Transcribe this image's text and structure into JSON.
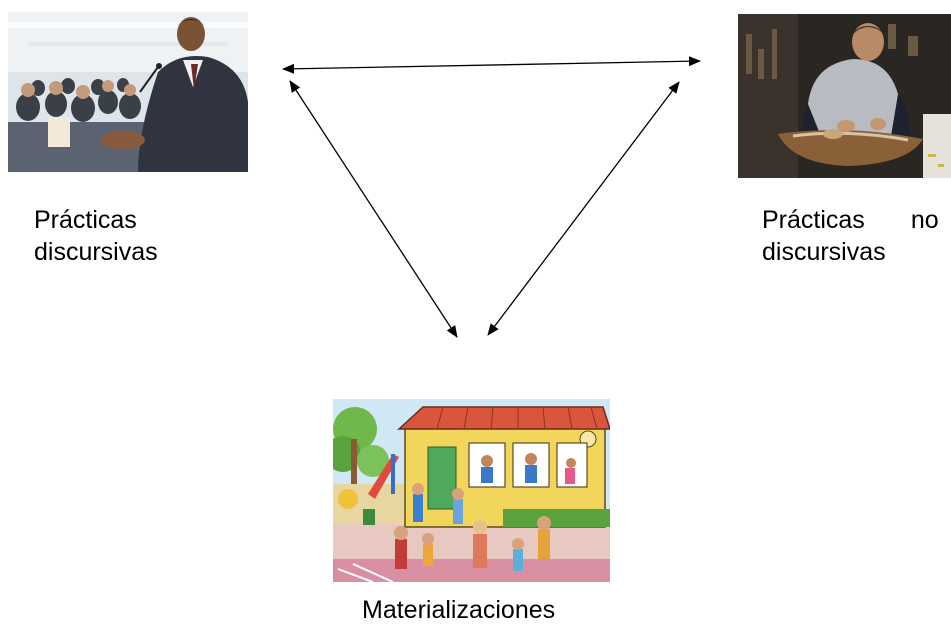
{
  "nodes": {
    "discursive": {
      "caption_line1": "Prácticas",
      "caption_line2": "discursivas",
      "image": "speaker-audience-photo"
    },
    "non_discursive": {
      "caption_word1": "Prácticas",
      "caption_word2": "no",
      "caption_line2": "discursivas",
      "image": "craftsman-model-ship-photo"
    },
    "materializations": {
      "caption": "Materializaciones",
      "image": "school-building-illustration"
    }
  },
  "edges": [
    {
      "from": "discursive",
      "to": "non_discursive",
      "style": "bidirectional-arrow"
    },
    {
      "from": "discursive",
      "to": "materializations",
      "style": "bidirectional-arrow"
    },
    {
      "from": "non_discursive",
      "to": "materializations",
      "style": "bidirectional-arrow"
    }
  ],
  "colors": {
    "arrow": "#000000",
    "background": "#ffffff"
  }
}
